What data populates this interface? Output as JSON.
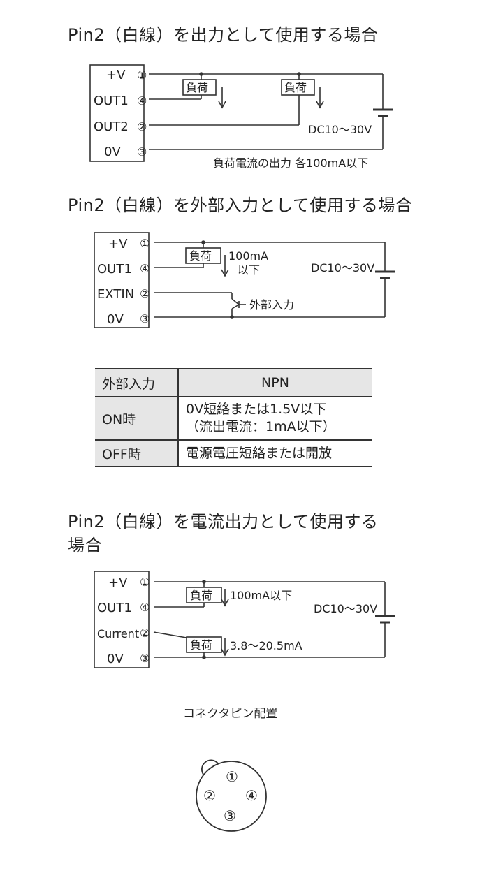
{
  "section1": {
    "title": "Pin2（白線）を出力として使用する場合",
    "pin_labels": [
      "+V",
      "OUT1",
      "OUT2",
      "0V"
    ],
    "pin_numbers": [
      "①",
      "④",
      "②",
      "③"
    ],
    "load_label": "負荷",
    "supply": "DC10～30V",
    "note": "負荷電流の出力 各100mA以下"
  },
  "section2": {
    "title": "Pin2（白線）を外部入力として使用する場合",
    "pin_labels": [
      "+V",
      "OUT1",
      "EXTIN",
      "0V"
    ],
    "pin_numbers": [
      "①",
      "④",
      "②",
      "③"
    ],
    "load_label": "負荷",
    "current_line1": "100mA",
    "current_line2": "以下",
    "supply": "DC10～30V",
    "switch_label": "外部入力"
  },
  "table": {
    "header": [
      "外部入力",
      "NPN"
    ],
    "rows": [
      {
        "label": "ON時",
        "value_line1": "0V短絡または1.5V以下",
        "value_line2": "（流出電流：1mA以下）"
      },
      {
        "label": "OFF時",
        "value_line1": "電源電圧短絡または開放"
      }
    ]
  },
  "section3": {
    "title_line1": "Pin2（白線）を電流出力として使用する",
    "title_line2": "場合",
    "pin_labels": [
      "+V",
      "OUT1",
      "Current",
      "0V"
    ],
    "pin_numbers": [
      "①",
      "④",
      "②",
      "③"
    ],
    "load_label": "負荷",
    "current1": "100mA以下",
    "current2": "3.8～20.5mA",
    "supply": "DC10～30V"
  },
  "connector": {
    "caption": "コネクタピン配置",
    "pins": [
      "①",
      "②",
      "④",
      "③"
    ]
  }
}
